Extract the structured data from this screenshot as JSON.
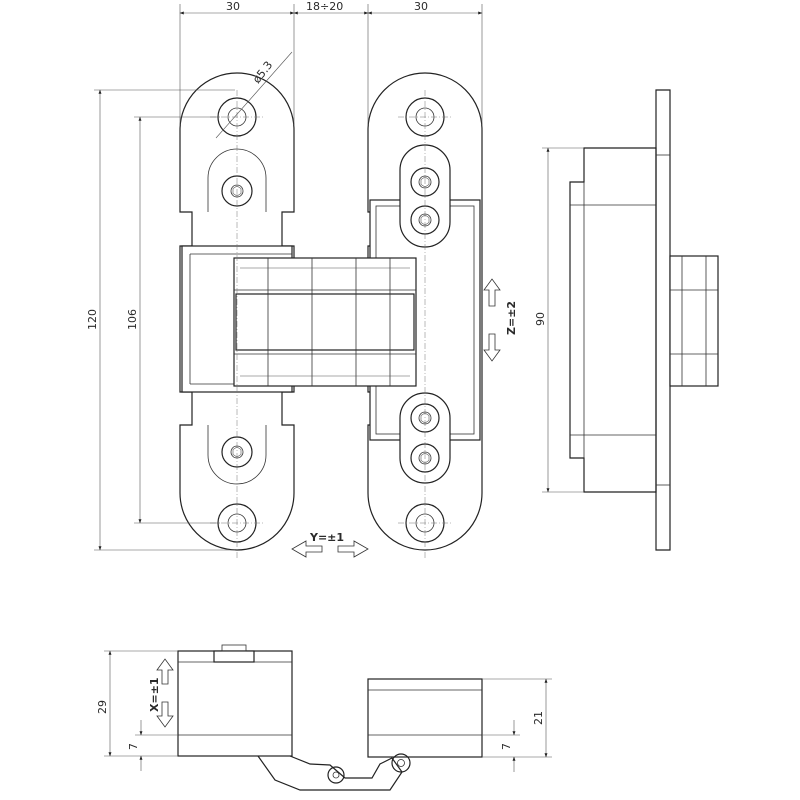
{
  "dimensions": {
    "top_left_width": "30",
    "top_gap": "18÷20",
    "top_right_width": "30",
    "hole_diameter": "ø5.3",
    "total_height": "120",
    "hole_spacing": "106",
    "side_height": "90",
    "bottom_left_height": "29",
    "bottom_left_offset": "7",
    "bottom_right_height": "21",
    "bottom_right_offset": "7"
  },
  "adjustments": {
    "y": "Y=±1",
    "z": "Z=±2",
    "x": "X=±1"
  }
}
